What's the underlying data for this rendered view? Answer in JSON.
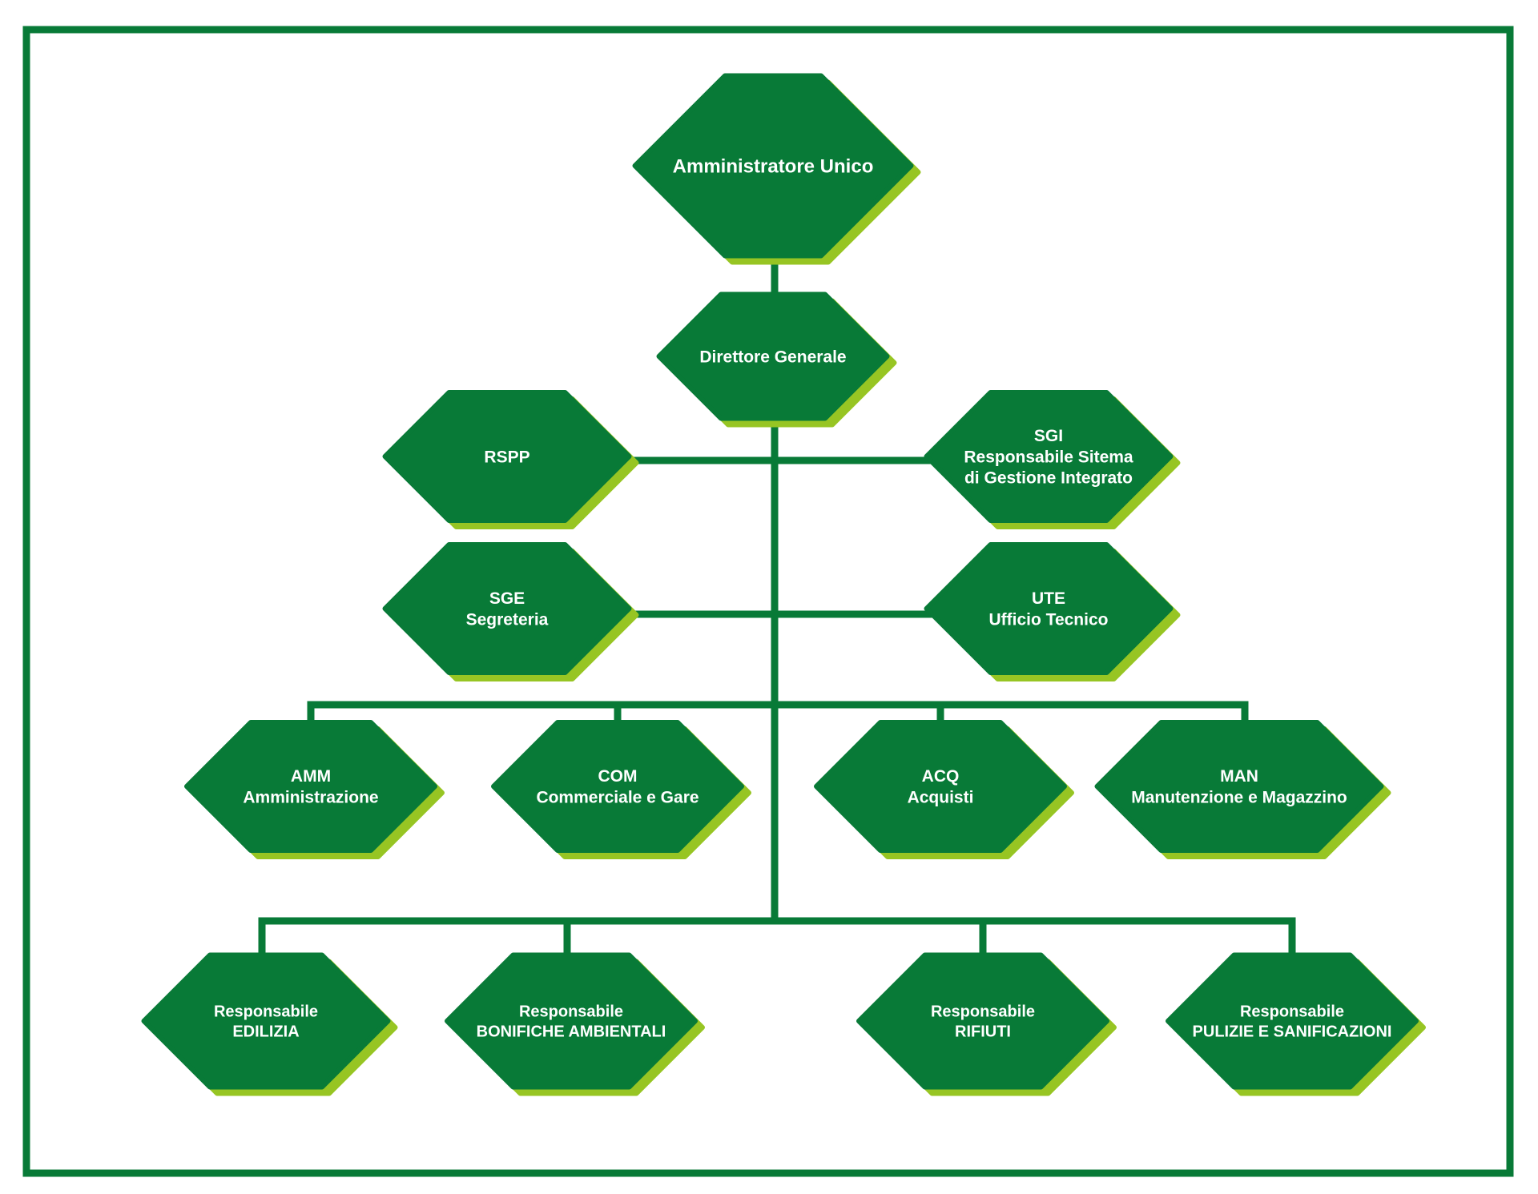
{
  "colors": {
    "frame": "#087a37",
    "node_fill": "#087a37",
    "node_shadow": "#97c523",
    "connector": "#087a37",
    "text": "#ffffff"
  },
  "nodes": [
    {
      "id": "amministratore-unico",
      "lines": [
        "Amministratore Unico"
      ]
    },
    {
      "id": "direttore-generale",
      "lines": [
        "Direttore Generale"
      ]
    },
    {
      "id": "rspp",
      "lines": [
        "RSPP"
      ]
    },
    {
      "id": "sgi",
      "lines": [
        "SGI",
        "Responsabile Sitema",
        "di Gestione Integrato"
      ]
    },
    {
      "id": "sge",
      "lines": [
        "SGE",
        "Segreteria"
      ]
    },
    {
      "id": "ute",
      "lines": [
        "UTE",
        "Ufficio Tecnico"
      ]
    },
    {
      "id": "amm",
      "lines": [
        "AMM",
        "Amministrazione"
      ]
    },
    {
      "id": "com",
      "lines": [
        "COM",
        "Commerciale e Gare"
      ]
    },
    {
      "id": "acq",
      "lines": [
        "ACQ",
        "Acquisti"
      ]
    },
    {
      "id": "man",
      "lines": [
        "MAN",
        "Manutenzione e Magazzino"
      ]
    },
    {
      "id": "resp-edilizia",
      "lines": [
        "Responsabile",
        "EDILIZIA"
      ]
    },
    {
      "id": "resp-bonifiche",
      "lines": [
        "Responsabile",
        "BONIFICHE AMBIENTALI"
      ]
    },
    {
      "id": "resp-rifiuti",
      "lines": [
        "Responsabile",
        "RIFIUTI"
      ]
    },
    {
      "id": "resp-pulizie",
      "lines": [
        "Responsabile",
        "PULIZIE E SANIFICAZIONI"
      ]
    }
  ]
}
